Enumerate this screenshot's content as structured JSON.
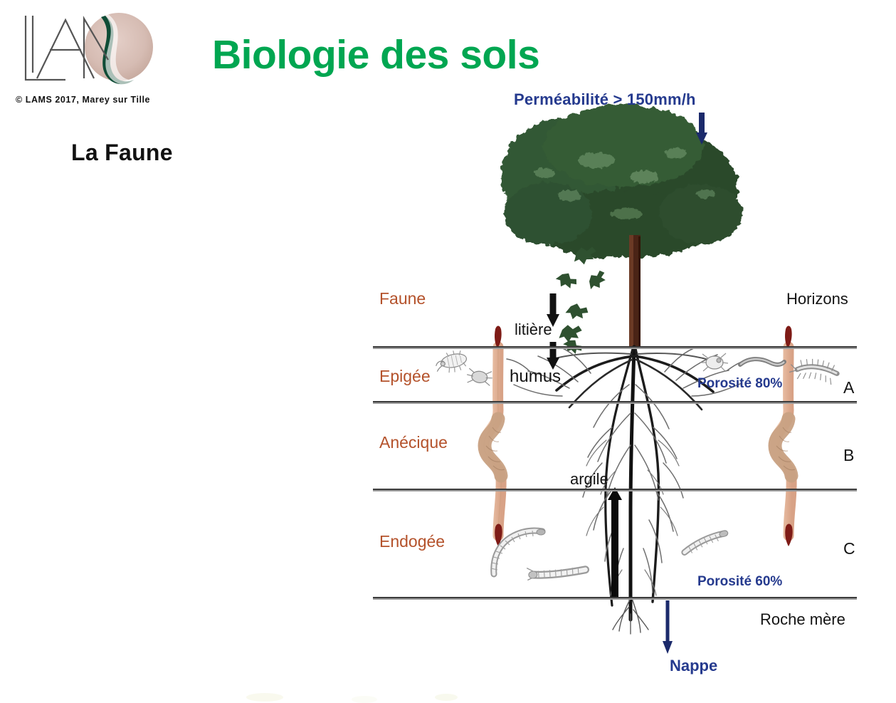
{
  "slide": {
    "title": "Biologie des sols",
    "subtitle": "La Faune",
    "copyright": "© LAMS 2017, Marey sur Tille",
    "logo_text": "LAMS"
  },
  "colors": {
    "title_green": "#00a651",
    "annotation_blue": "#253a8e",
    "fauna_label_brown": "#b4522b",
    "text_black": "#141414",
    "canopy_green": "#2f5130",
    "trunk_brown": "#4a2416",
    "worm_body": "#e8bda2",
    "worm_tip": "#7e1b16",
    "background": "#ffffff"
  },
  "annotations": {
    "permeability": "Perméabilité > 150mm/h",
    "litiere": "litière",
    "humus": "humus",
    "argile": "argile",
    "nappe": "Nappe",
    "horizons_title": "Horizons",
    "roche_mere": "Roche mère",
    "porosity_a": "Porosité 80%",
    "porosity_c": "Porosité 60%"
  },
  "fauna_labels": [
    {
      "label": "Faune"
    },
    {
      "label": "Epigée"
    },
    {
      "label": "Anécique"
    },
    {
      "label": "Endogée"
    }
  ],
  "horizon_letters": [
    {
      "label": "A"
    },
    {
      "label": "B"
    },
    {
      "label": "C"
    }
  ],
  "chart_data": {
    "type": "diagram",
    "title": "Biologie des sols — La Faune",
    "description": "Soil profile cross-section showing a tree, its root system, soil horizons and the fauna living at each depth.",
    "layers": [
      {
        "fauna": "Faune",
        "horizon": "",
        "note": "litière (leaf litter falling from tree)",
        "porosity": ""
      },
      {
        "fauna": "Epigée",
        "horizon": "A",
        "note": "humus",
        "porosity": "Porosité 80%"
      },
      {
        "fauna": "Anécique",
        "horizon": "B",
        "note": "argile",
        "porosity": ""
      },
      {
        "fauna": "Endogée",
        "horizon": "C",
        "note": "",
        "porosity": "Porosité 60%"
      },
      {
        "fauna": "",
        "horizon": "",
        "note": "Roche mère / Nappe",
        "porosity": ""
      }
    ],
    "flows": [
      {
        "name": "Perméabilité > 150mm/h",
        "direction": "down",
        "color": "#253a8e"
      },
      {
        "name": "litière",
        "direction": "down",
        "color": "#141414"
      },
      {
        "name": "humus",
        "direction": "down",
        "color": "#141414"
      },
      {
        "name": "argile",
        "direction": "up",
        "color": "#141414"
      },
      {
        "name": "Nappe",
        "direction": "down",
        "color": "#253a8e"
      }
    ]
  }
}
